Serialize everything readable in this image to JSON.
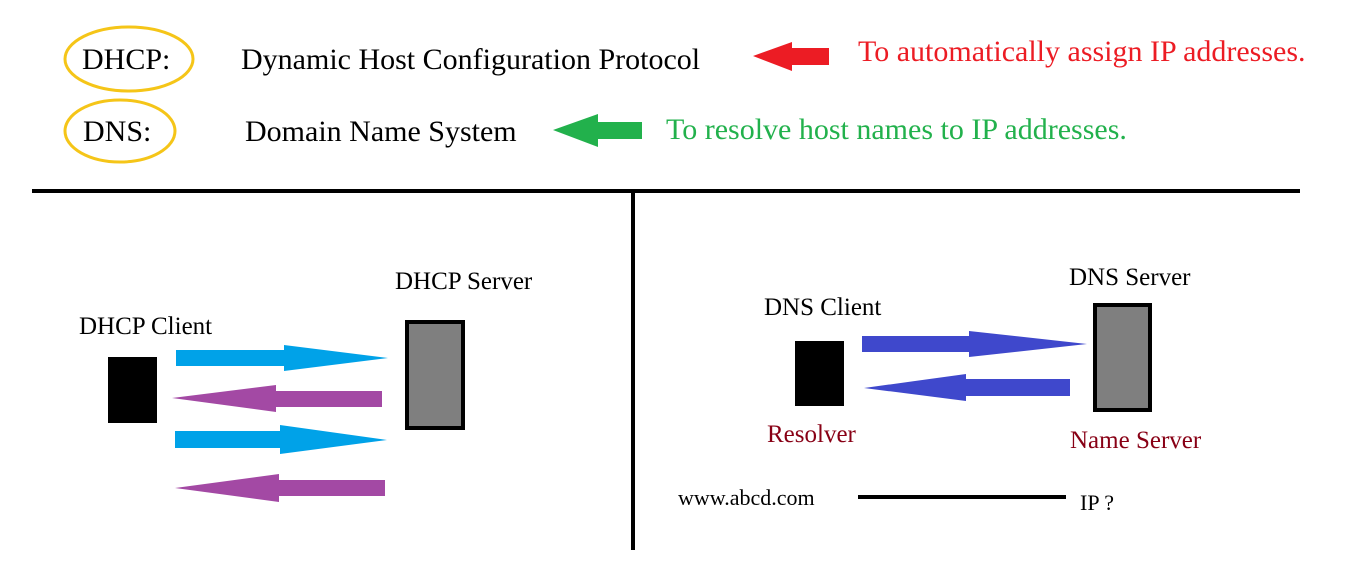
{
  "definitions": [
    {
      "abbr": "DHCP:",
      "full": "Dynamic Host Configuration Protocol",
      "note": "To automatically assign IP addresses.",
      "note_color": "#ec1c24",
      "arrow_color": "#ec1c24"
    },
    {
      "abbr": "DNS:",
      "full": "Domain Name System",
      "note": "To resolve host names to IP addresses.",
      "note_color": "#22b14c",
      "arrow_color": "#22b14c"
    }
  ],
  "highlight_color": "#f5c518",
  "dhcp": {
    "client_label": "DHCP Client",
    "server_label": "DHCP Server",
    "exchange": [
      {
        "direction": "to-server",
        "color": "#00a2e8"
      },
      {
        "direction": "to-client",
        "color": "#a349a4"
      },
      {
        "direction": "to-server",
        "color": "#00a2e8"
      },
      {
        "direction": "to-client",
        "color": "#a349a4"
      }
    ]
  },
  "dns": {
    "client_label": "DNS Client",
    "client_role": "Resolver",
    "server_label": "DNS Server",
    "server_role": "Name Server",
    "role_color": "#880015",
    "arrow_color": "#3f48cc",
    "query_host": "www.abcd.com",
    "query_result": "IP ?"
  },
  "colors": {
    "client_box": "#000000",
    "server_box": "#7f7f7f"
  }
}
